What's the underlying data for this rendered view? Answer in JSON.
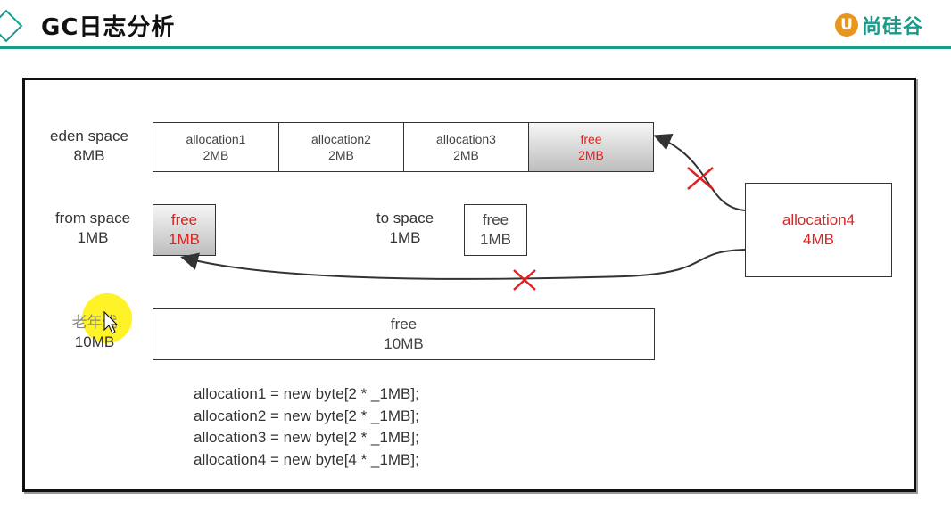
{
  "header": {
    "title": "GC日志分析",
    "logo_mark": "U",
    "logo_text": "尚硅谷",
    "accent_color": "#1a9a8a",
    "logo_color": "#e8961c"
  },
  "diagram": {
    "eden": {
      "label": "eden space",
      "size": "8MB",
      "cells": [
        {
          "name": "allocation1",
          "size": "2MB"
        },
        {
          "name": "allocation2",
          "size": "2MB"
        },
        {
          "name": "allocation3",
          "size": "2MB"
        },
        {
          "name": "free",
          "size": "2MB"
        }
      ]
    },
    "from_space": {
      "label": "from space",
      "size": "1MB",
      "cell_name": "free",
      "cell_size": "1MB"
    },
    "to_space": {
      "label": "to space",
      "size": "1MB",
      "cell_name": "free",
      "cell_size": "1MB"
    },
    "old_gen": {
      "label": "老年代",
      "size": "10MB",
      "cell_name": "free",
      "cell_size": "10MB"
    },
    "allocation4": {
      "name": "allocation4",
      "size": "4MB"
    },
    "code_lines": [
      "allocation1 = new byte[2 * _1MB];",
      "allocation2 = new byte[2 * _1MB];",
      "allocation3 = new byte[2 * _1MB];",
      "allocation4 = new byte[4 * _1MB];"
    ],
    "highlight_color": "#d22222"
  }
}
